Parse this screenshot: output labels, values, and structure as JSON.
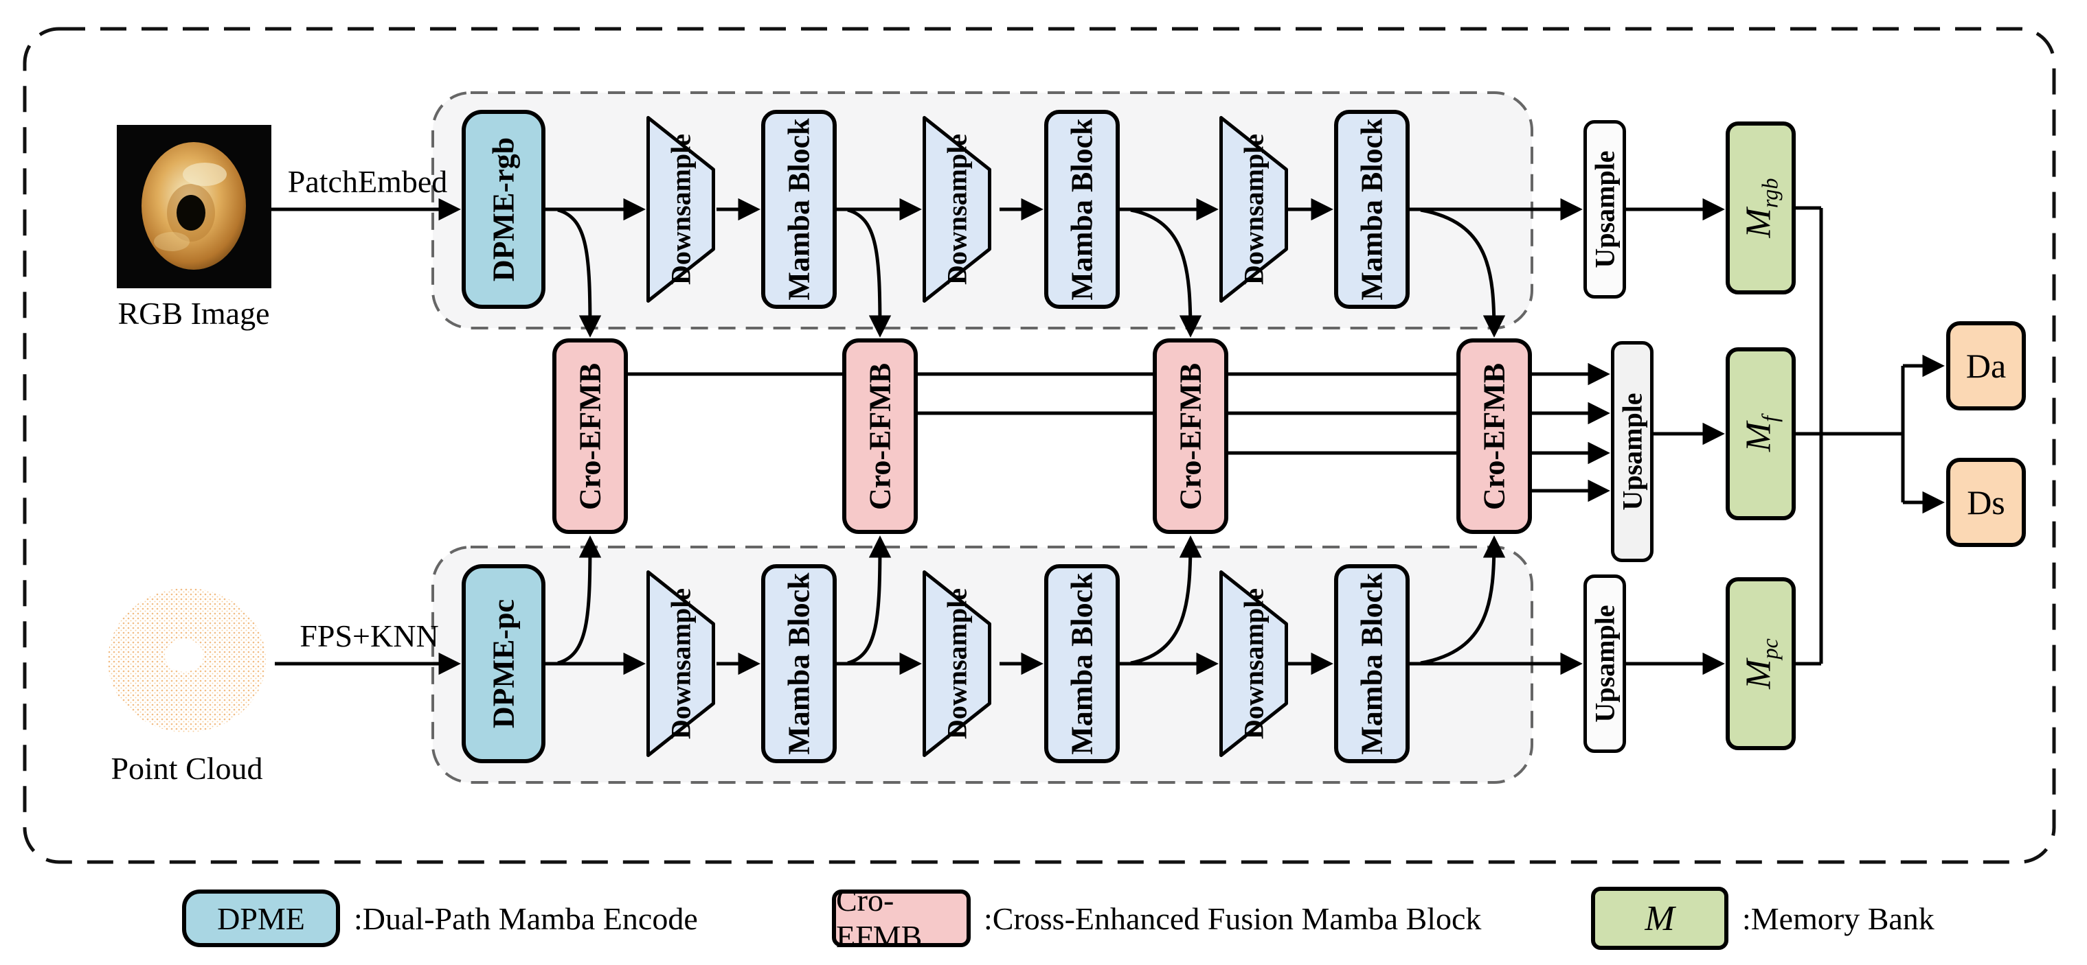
{
  "figure": {
    "inputs": {
      "rgb_label": "RGB Image",
      "rgb_edge_label": "PatchEmbed",
      "pc_label": "Point Cloud",
      "pc_edge_label": "FPS+KNN"
    },
    "blocks": {
      "dpme_rgb": "DPME-rgb",
      "dpme_pc": "DPME-pc",
      "downsample": "Downsample",
      "mamba": "Mamba Block",
      "upsample": "Upsample",
      "cro_efmb": "Cro-EFMB",
      "memory_main": "M",
      "memory_sub_rgb": "rgb",
      "memory_sub_f": "f",
      "memory_sub_pc": "pc",
      "output_da": "Da",
      "output_ds": "Ds"
    },
    "legend": {
      "dpme": {
        "box": "DPME",
        "desc": ":Dual-Path Mamba Encode"
      },
      "cro_efmb": {
        "box": "Cro-EFMB",
        "desc": ":Cross-Enhanced Fusion Mamba Block"
      },
      "memory": {
        "box": "M",
        "desc": ":Memory Bank"
      }
    },
    "colors": {
      "encoder_fill": "#a9d6e3",
      "block_fill": "#dbe7f6",
      "fusion_fill": "#f6c9c9",
      "memory_fill": "#cfe0ae",
      "output_fill": "#fbd8b4",
      "container_fill": "#f5f5f6",
      "upsample_fill": "#fbfbfb",
      "line_color": "#000000"
    }
  }
}
